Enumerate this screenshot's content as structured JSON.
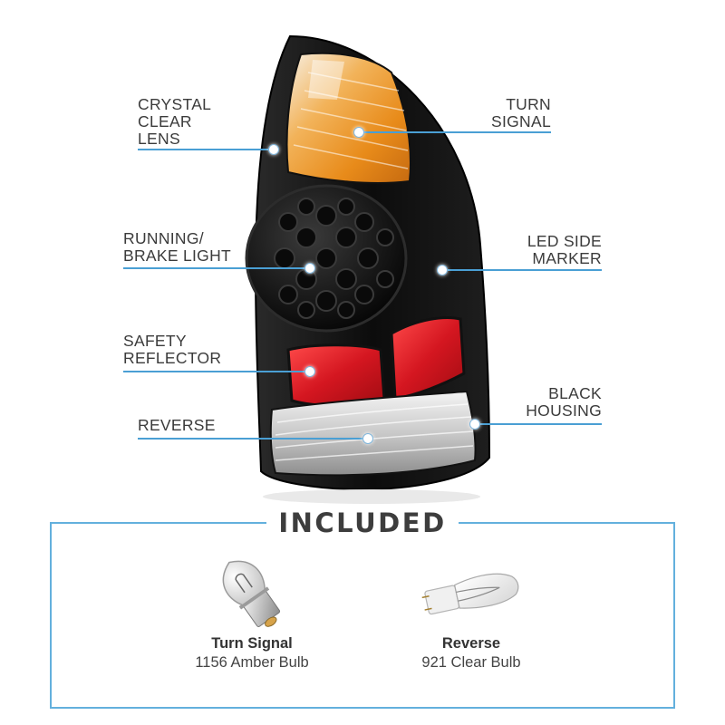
{
  "callouts": {
    "crystal_clear_lens": [
      "CRYSTAL",
      "CLEAR",
      "LENS"
    ],
    "turn_signal": [
      "TURN",
      "SIGNAL"
    ],
    "running_brake_light": [
      "RUNNING/",
      "BRAKE LIGHT"
    ],
    "led_side_marker": [
      "LED SIDE",
      "MARKER"
    ],
    "safety_reflector": [
      "SAFETY",
      "REFLECTOR"
    ],
    "black_housing": [
      "BLACK",
      "HOUSING"
    ],
    "reverse": [
      "REVERSE"
    ]
  },
  "included": {
    "title": "INCLUDED",
    "bulbs": [
      {
        "name": "Turn Signal",
        "desc": "1156 Amber Bulb"
      },
      {
        "name": "Reverse",
        "desc": "921 Clear Bulb"
      }
    ]
  },
  "colors": {
    "accent_line": "#4a9fd4",
    "box_border": "#63b0dd",
    "housing": "#101010",
    "amber_lens": "#f0a030",
    "red_reflector": "#d0141c"
  }
}
